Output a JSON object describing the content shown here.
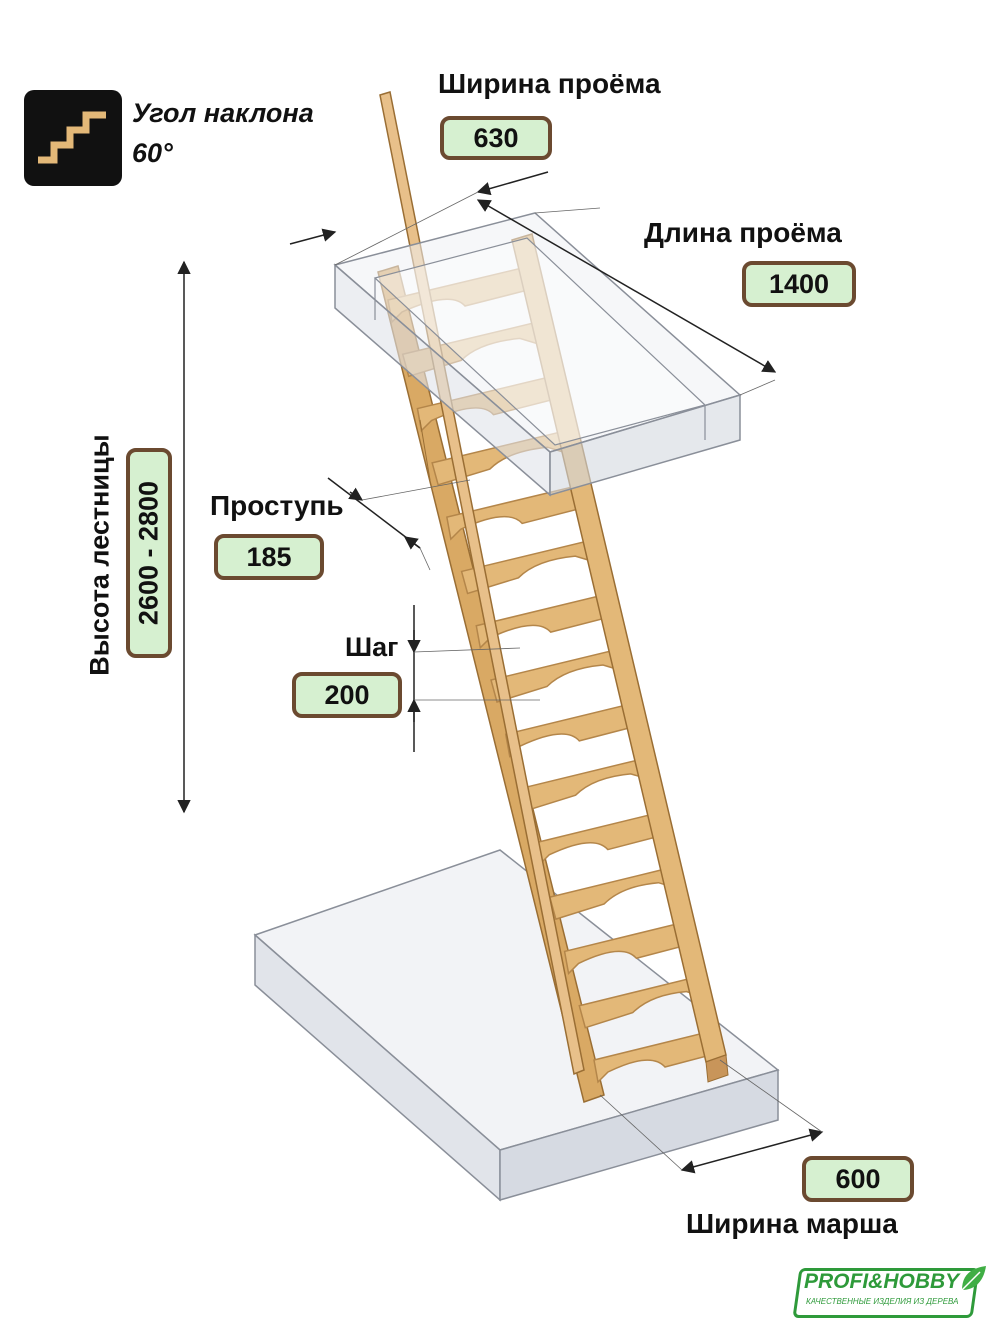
{
  "angle": {
    "label_line1": "Угол наклона",
    "label_line2": "60°",
    "icon": "stairs-icon"
  },
  "opening_width": {
    "label": "Ширина проёма",
    "value": "630"
  },
  "opening_length": {
    "label": "Длина проёма",
    "value": "1400"
  },
  "stair_height": {
    "label": "Высота лестницы",
    "value": "2600 - 2800"
  },
  "tread": {
    "label": "Проступь",
    "value": "185"
  },
  "step": {
    "label": "Шаг",
    "value": "200"
  },
  "flight_width": {
    "label": "Ширина марша",
    "value": "600"
  },
  "logo": {
    "text": "PROFI&HOBBY",
    "tagline": "КАЧЕСТВЕННЫЕ ИЗДЕЛИЯ ИЗ ДЕРЕВА",
    "icon": "leaf-icon"
  },
  "colors": {
    "badge_fill": "#d6f0d0",
    "badge_border": "#6b4a30",
    "wood": "#e3b878",
    "wood_dark": "#b4864a",
    "glass": "#dfe3ea",
    "brand": "#2e9a3a"
  }
}
